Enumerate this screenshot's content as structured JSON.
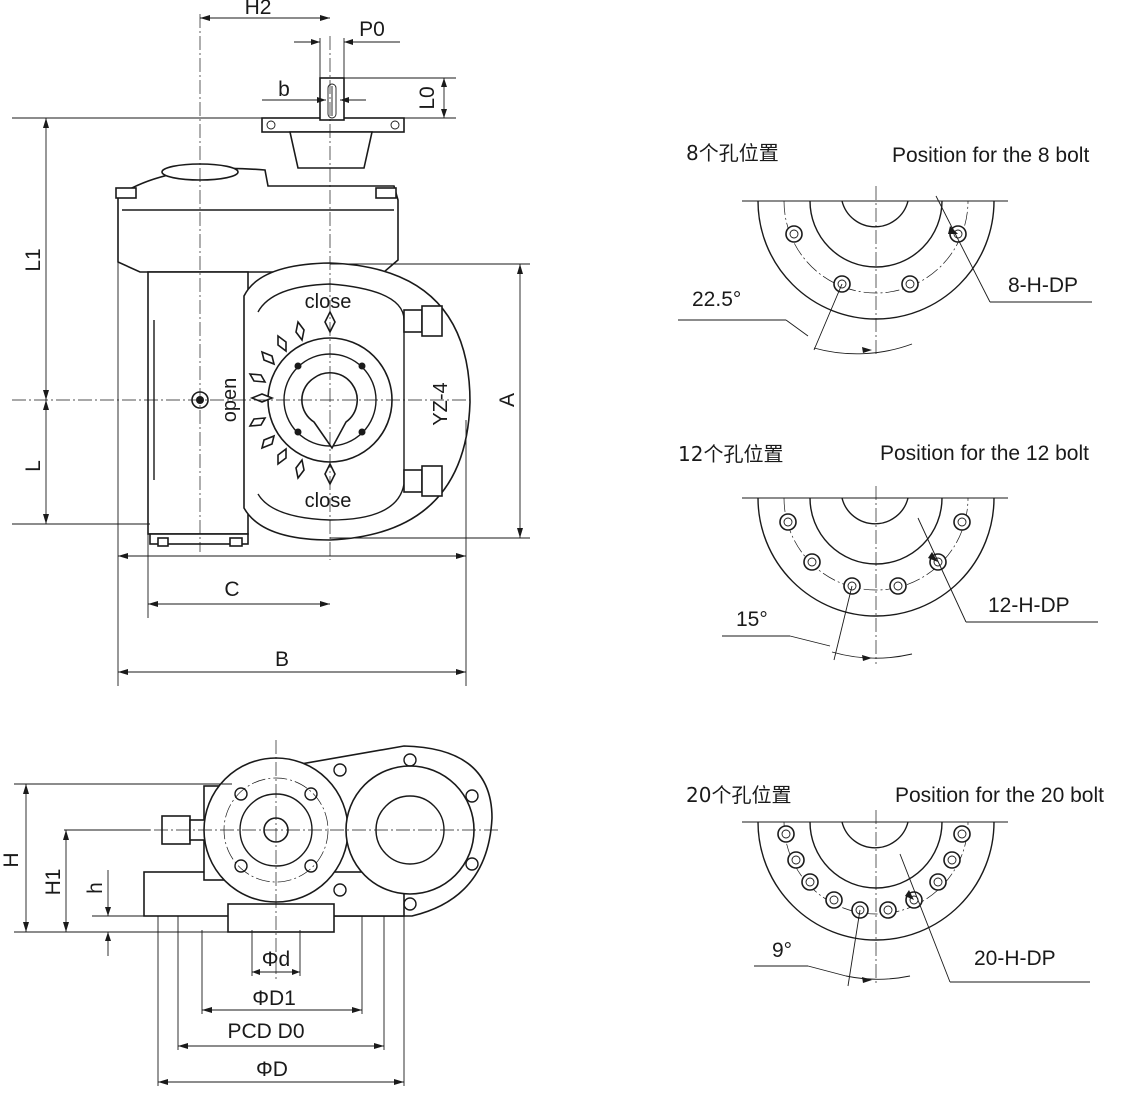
{
  "side_view": {
    "dims": {
      "h2": "H2",
      "p0": "P0",
      "b": "b",
      "l0": "L0",
      "l1": "L1",
      "l": "L",
      "a": "A",
      "c": "C",
      "b_width": "B"
    },
    "dial": {
      "close_top": "close",
      "close_bottom": "close",
      "open": "open",
      "model": "YZ-4"
    }
  },
  "bottom_view": {
    "dims": {
      "h": "H",
      "h1": "H1",
      "h_small": "h",
      "phi_d": "Φd",
      "phi_d1": "ΦD1",
      "pcd_d0": "PCD D0",
      "phi_D": "ΦD"
    }
  },
  "bolt_patterns": [
    {
      "title_cn": "8个孔位置",
      "title_en": "Position for the 8 bolt",
      "angle": "22.5°",
      "callout": "8-H-DP"
    },
    {
      "title_cn": "12个孔位置",
      "title_en": "Position for the 12 bolt",
      "angle": "15°",
      "callout": "12-H-DP"
    },
    {
      "title_cn": "20个孔位置",
      "title_en": "Position for the 20 bolt",
      "angle": "9°",
      "callout": "20-H-DP"
    }
  ]
}
